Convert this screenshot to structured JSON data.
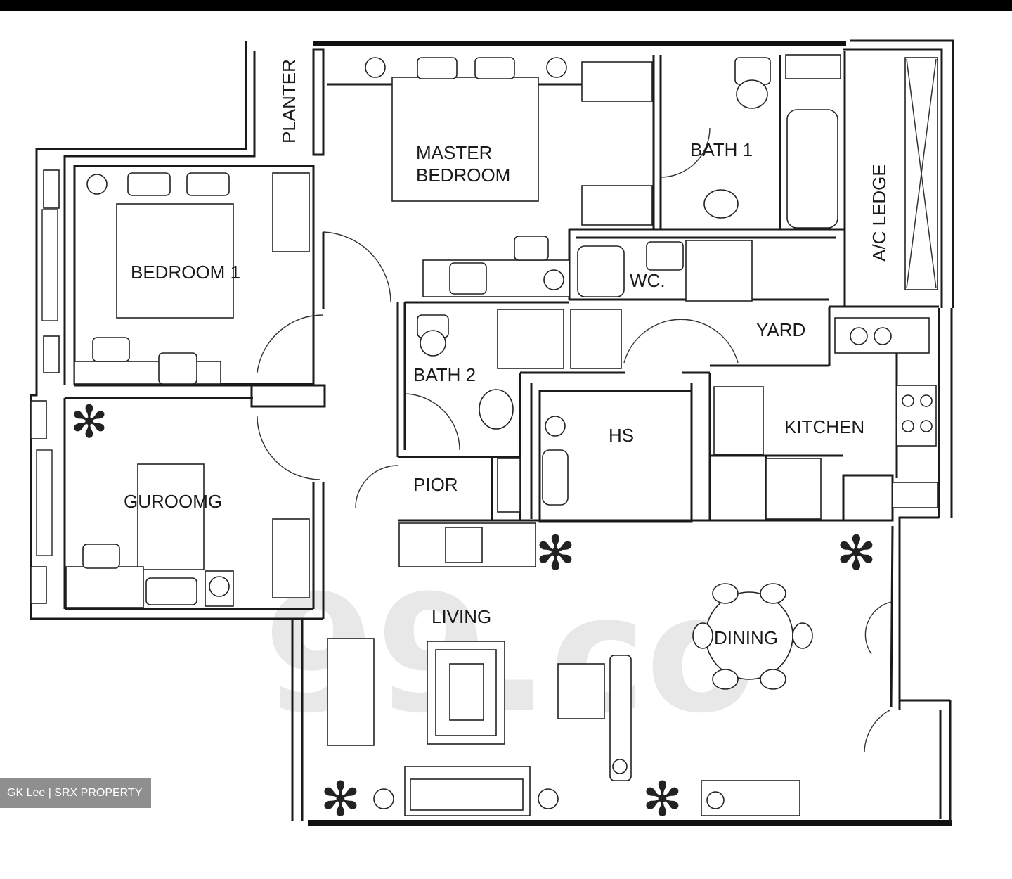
{
  "rooms": {
    "planter": "PLANTER",
    "master_bedroom_1": "MASTER",
    "master_bedroom_2": "BEDROOM",
    "bath1": "BATH 1",
    "ac_ledge": "A/C LEDGE",
    "bedroom1": "BEDROOM 1",
    "wc": "WC.",
    "yard": "YARD",
    "bath2": "BATH 2",
    "hs": "HS",
    "kitchen": "KITCHEN",
    "pior": "PIOR",
    "guroomag": "GUROOMG",
    "living": "LIVING",
    "dining": "DINING"
  },
  "watermark": "99.co",
  "credit": "GK Lee | SRX PROPERTY"
}
